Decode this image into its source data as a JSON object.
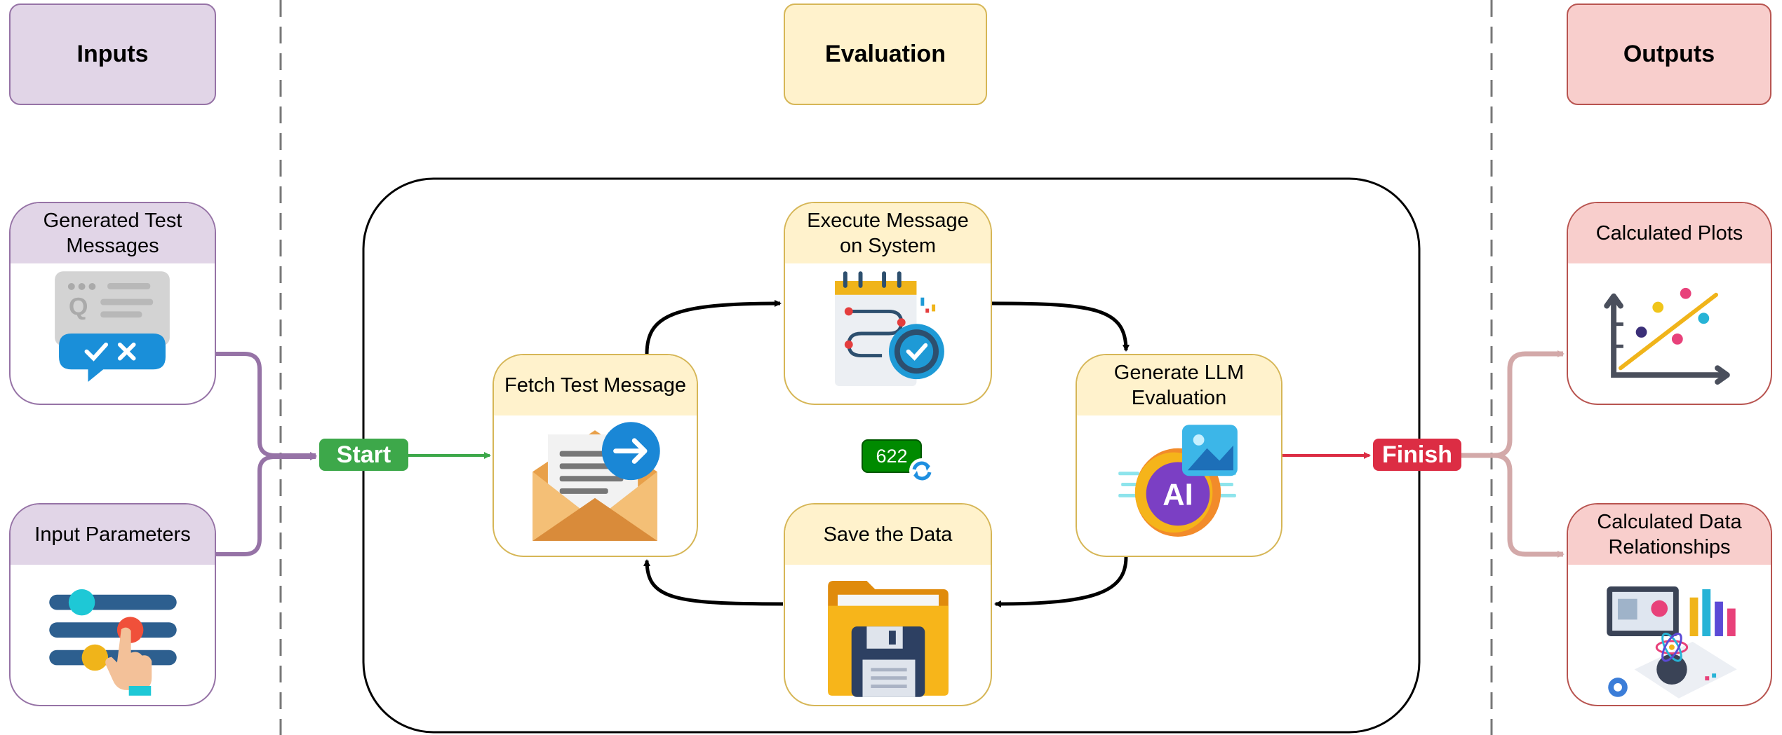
{
  "headers": {
    "inputs": "Inputs",
    "evaluation": "Evaluation",
    "outputs": "Outputs"
  },
  "inputs": {
    "generated_test_messages": "Generated Test\nMessages",
    "input_parameters": "Input Parameters"
  },
  "loop": {
    "fetch": "Fetch Test Message",
    "execute": "Execute Message\non System",
    "generate": "Generate LLM\nEvaluation",
    "save": "Save the Data",
    "counter": "622"
  },
  "badges": {
    "start": "Start",
    "finish": "Finish"
  },
  "outputs": {
    "plots": "Calculated Plots",
    "relationships": "Calculated Data\nRelationships"
  },
  "colors": {
    "inputs_fill": "#e1d5e7",
    "inputs_stroke": "#9673a6",
    "evaluation_fill": "#fff2cc",
    "evaluation_stroke": "#d6b656",
    "outputs_fill": "#f8cecc",
    "outputs_stroke": "#b85450",
    "start": "#3da84a",
    "finish": "#dc2d44",
    "counter": "#008a00"
  },
  "icons": {
    "generated_test_messages": "chat-check-icon",
    "input_parameters": "sliders-icon",
    "fetch": "envelope-icon",
    "execute": "calendar-gear-icon",
    "generate": "ai-image-icon",
    "save": "folder-floppy-icon",
    "plots": "scatter-plot-icon",
    "relationships": "analytics-dashboard-icon",
    "counter": "refresh-icon"
  }
}
